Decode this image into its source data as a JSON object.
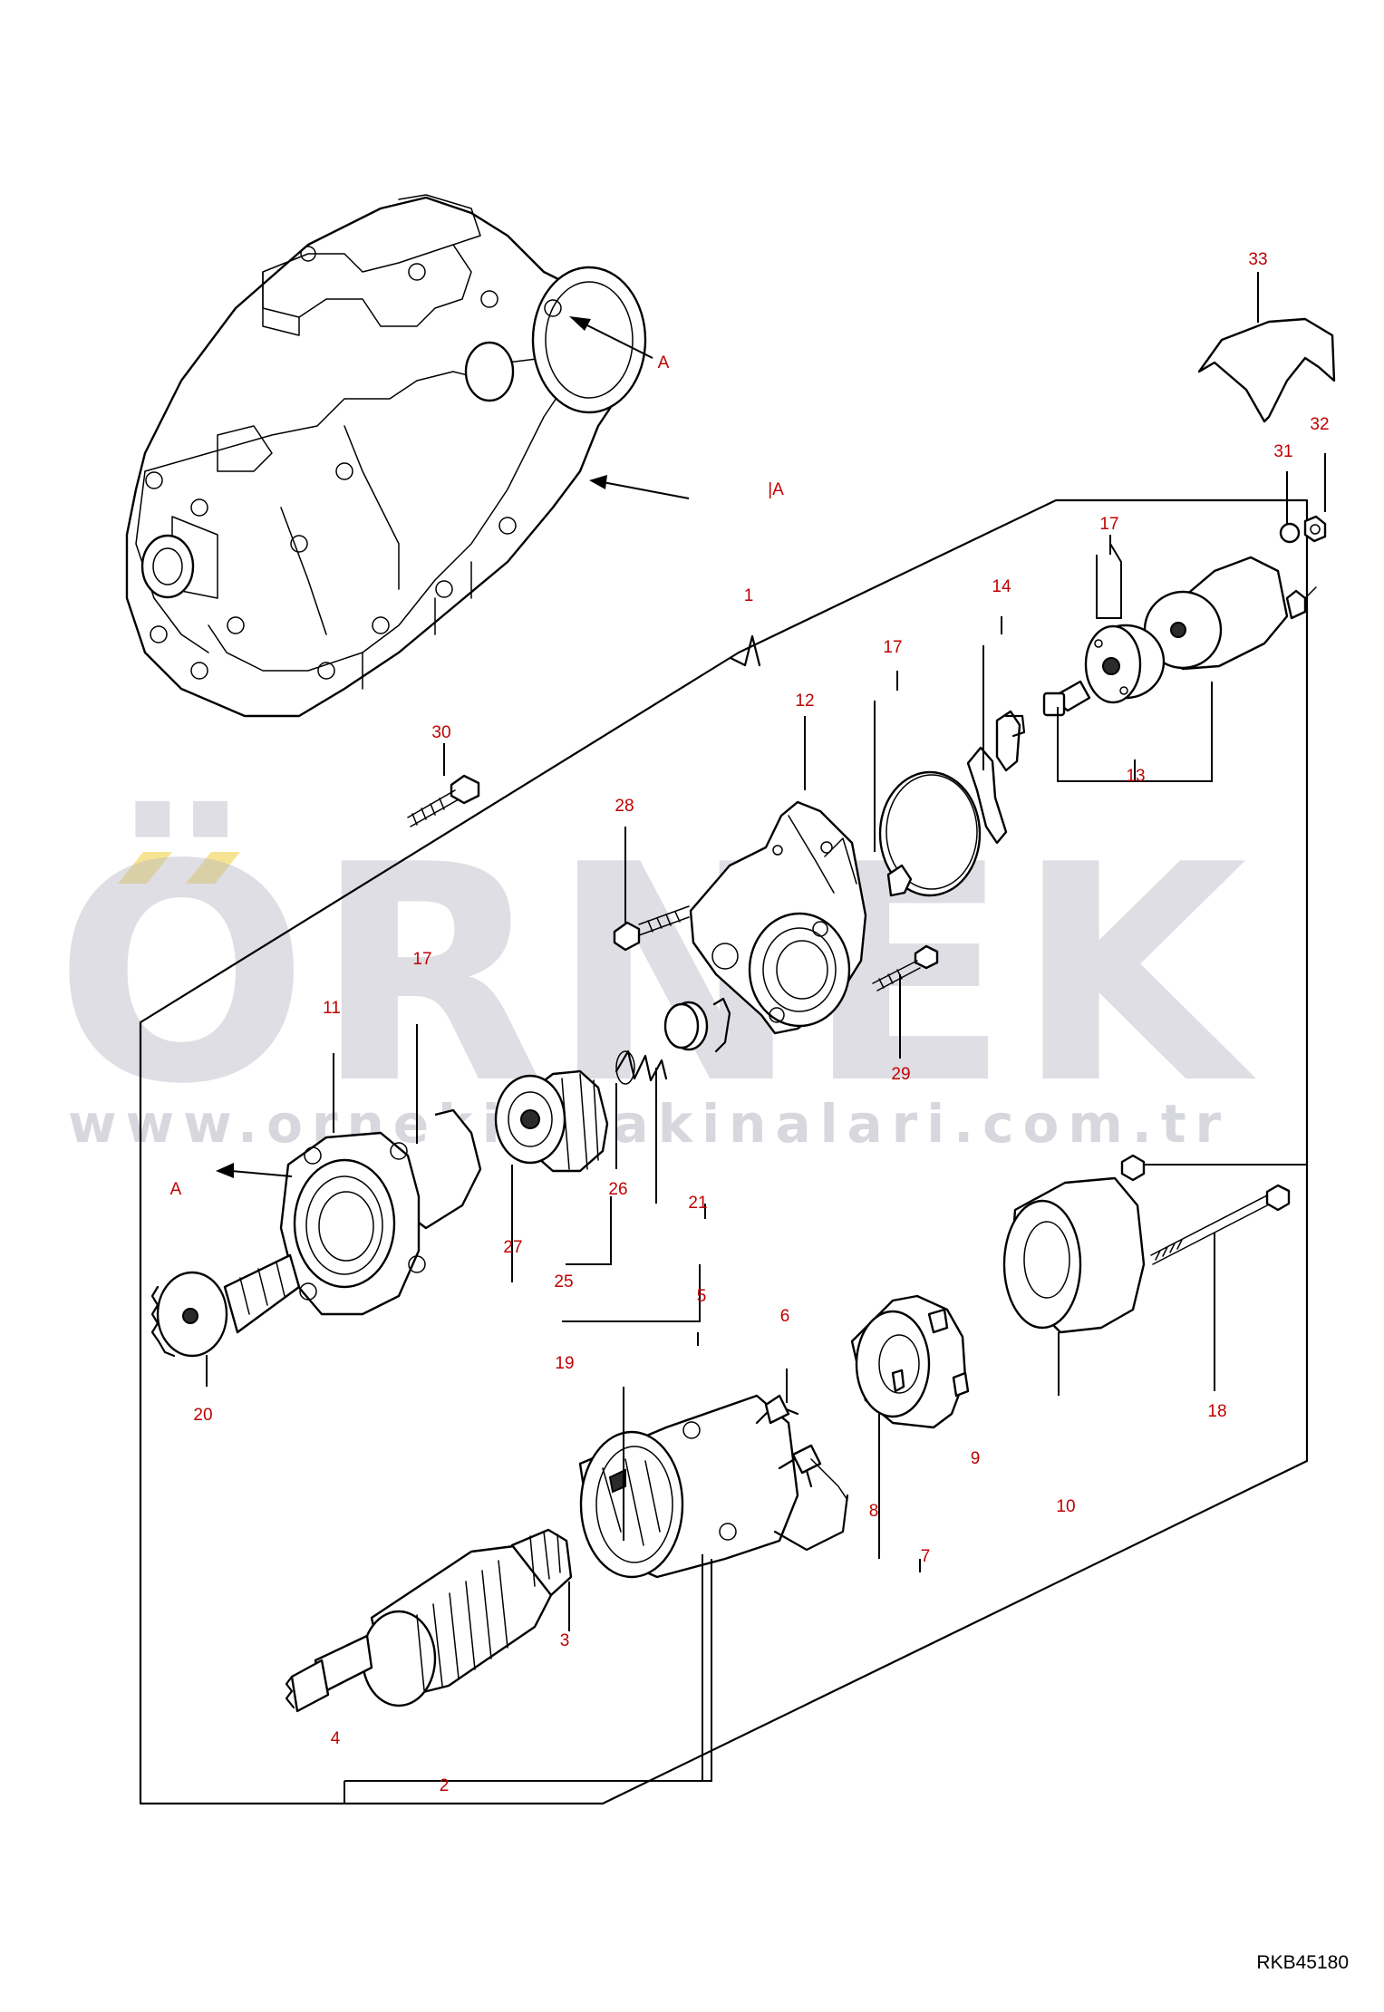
{
  "watermark": {
    "text": "ÖRNEK",
    "url": "www.ornekismakinalari.com.tr",
    "dot_color": "#f2d24a"
  },
  "diagram": {
    "code": "RKB45180",
    "view_labels": {
      "a_top": "A",
      "a_mid": "|A",
      "a_left": "A"
    },
    "callouts": {
      "c1": "1",
      "c2": "2",
      "c3": "3",
      "c4": "4",
      "c5": "5",
      "c6": "6",
      "c7": "7",
      "c8": "8",
      "c9": "9",
      "c10": "10",
      "c11": "11",
      "c12": "12",
      "c13": "13",
      "c14": "14",
      "c17a": "17",
      "c17b": "17",
      "c17c": "17",
      "c18": "18",
      "c19": "19",
      "c20": "20",
      "c21": "21",
      "c25": "25",
      "c26": "26",
      "c27": "27",
      "c28": "28",
      "c29": "29",
      "c30": "30",
      "c31": "31",
      "c32": "32",
      "c33": "33"
    },
    "callout_color": "#c00000"
  }
}
